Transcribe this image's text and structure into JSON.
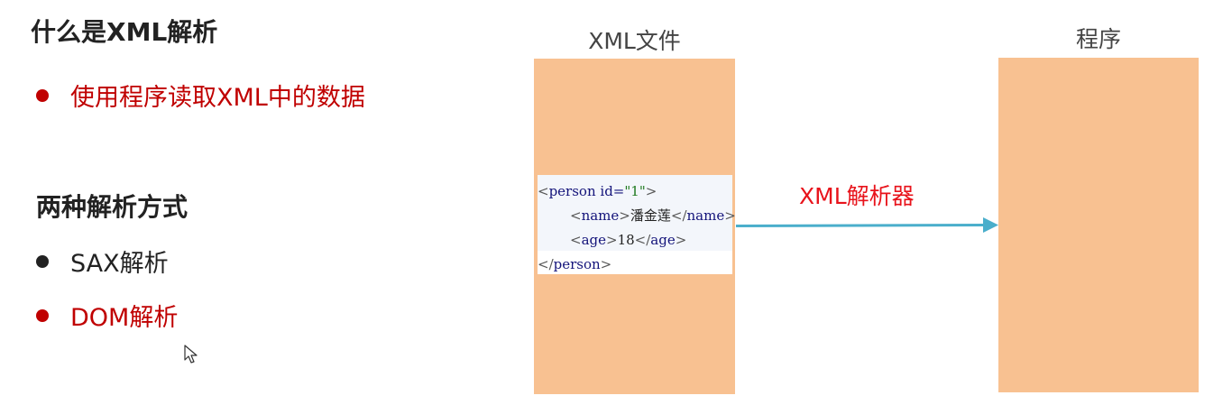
{
  "slide": {
    "title": "什么是XML解析",
    "definition": "使用程序读取XML中的数据",
    "methods_heading": "两种解析方式",
    "methods": [
      {
        "label": "SAX解析",
        "color": "#222222"
      },
      {
        "label": "DOM解析",
        "color": "#c00000"
      }
    ]
  },
  "diagram": {
    "left_title": "XML文件",
    "right_title": "程序",
    "parser_label": "XML解析器",
    "block_color": "#f8c191",
    "arrow_color": "#4aaecb",
    "code": {
      "line1": {
        "open": "<",
        "tag": "person",
        "attr": " id=",
        "value": "\"1\"",
        "close": ">"
      },
      "line2": {
        "open": "<",
        "tag": "name",
        "close": ">",
        "text": "潘金莲",
        "end_open": "</",
        "end_tag": "name",
        "end_close": ">"
      },
      "line3": {
        "open": "<",
        "tag": "age",
        "close": ">",
        "text": "18",
        "end_open": "</",
        "end_tag": "age",
        "end_close": ">"
      },
      "line4": {
        "open": "</",
        "tag": "person",
        "close": ">"
      }
    }
  },
  "colors": {
    "accent_red": "#c00000",
    "bullet_dark": "#222222",
    "parser_red": "#e8131b"
  },
  "icons": {
    "cursor": "mouse-pointer-icon"
  }
}
